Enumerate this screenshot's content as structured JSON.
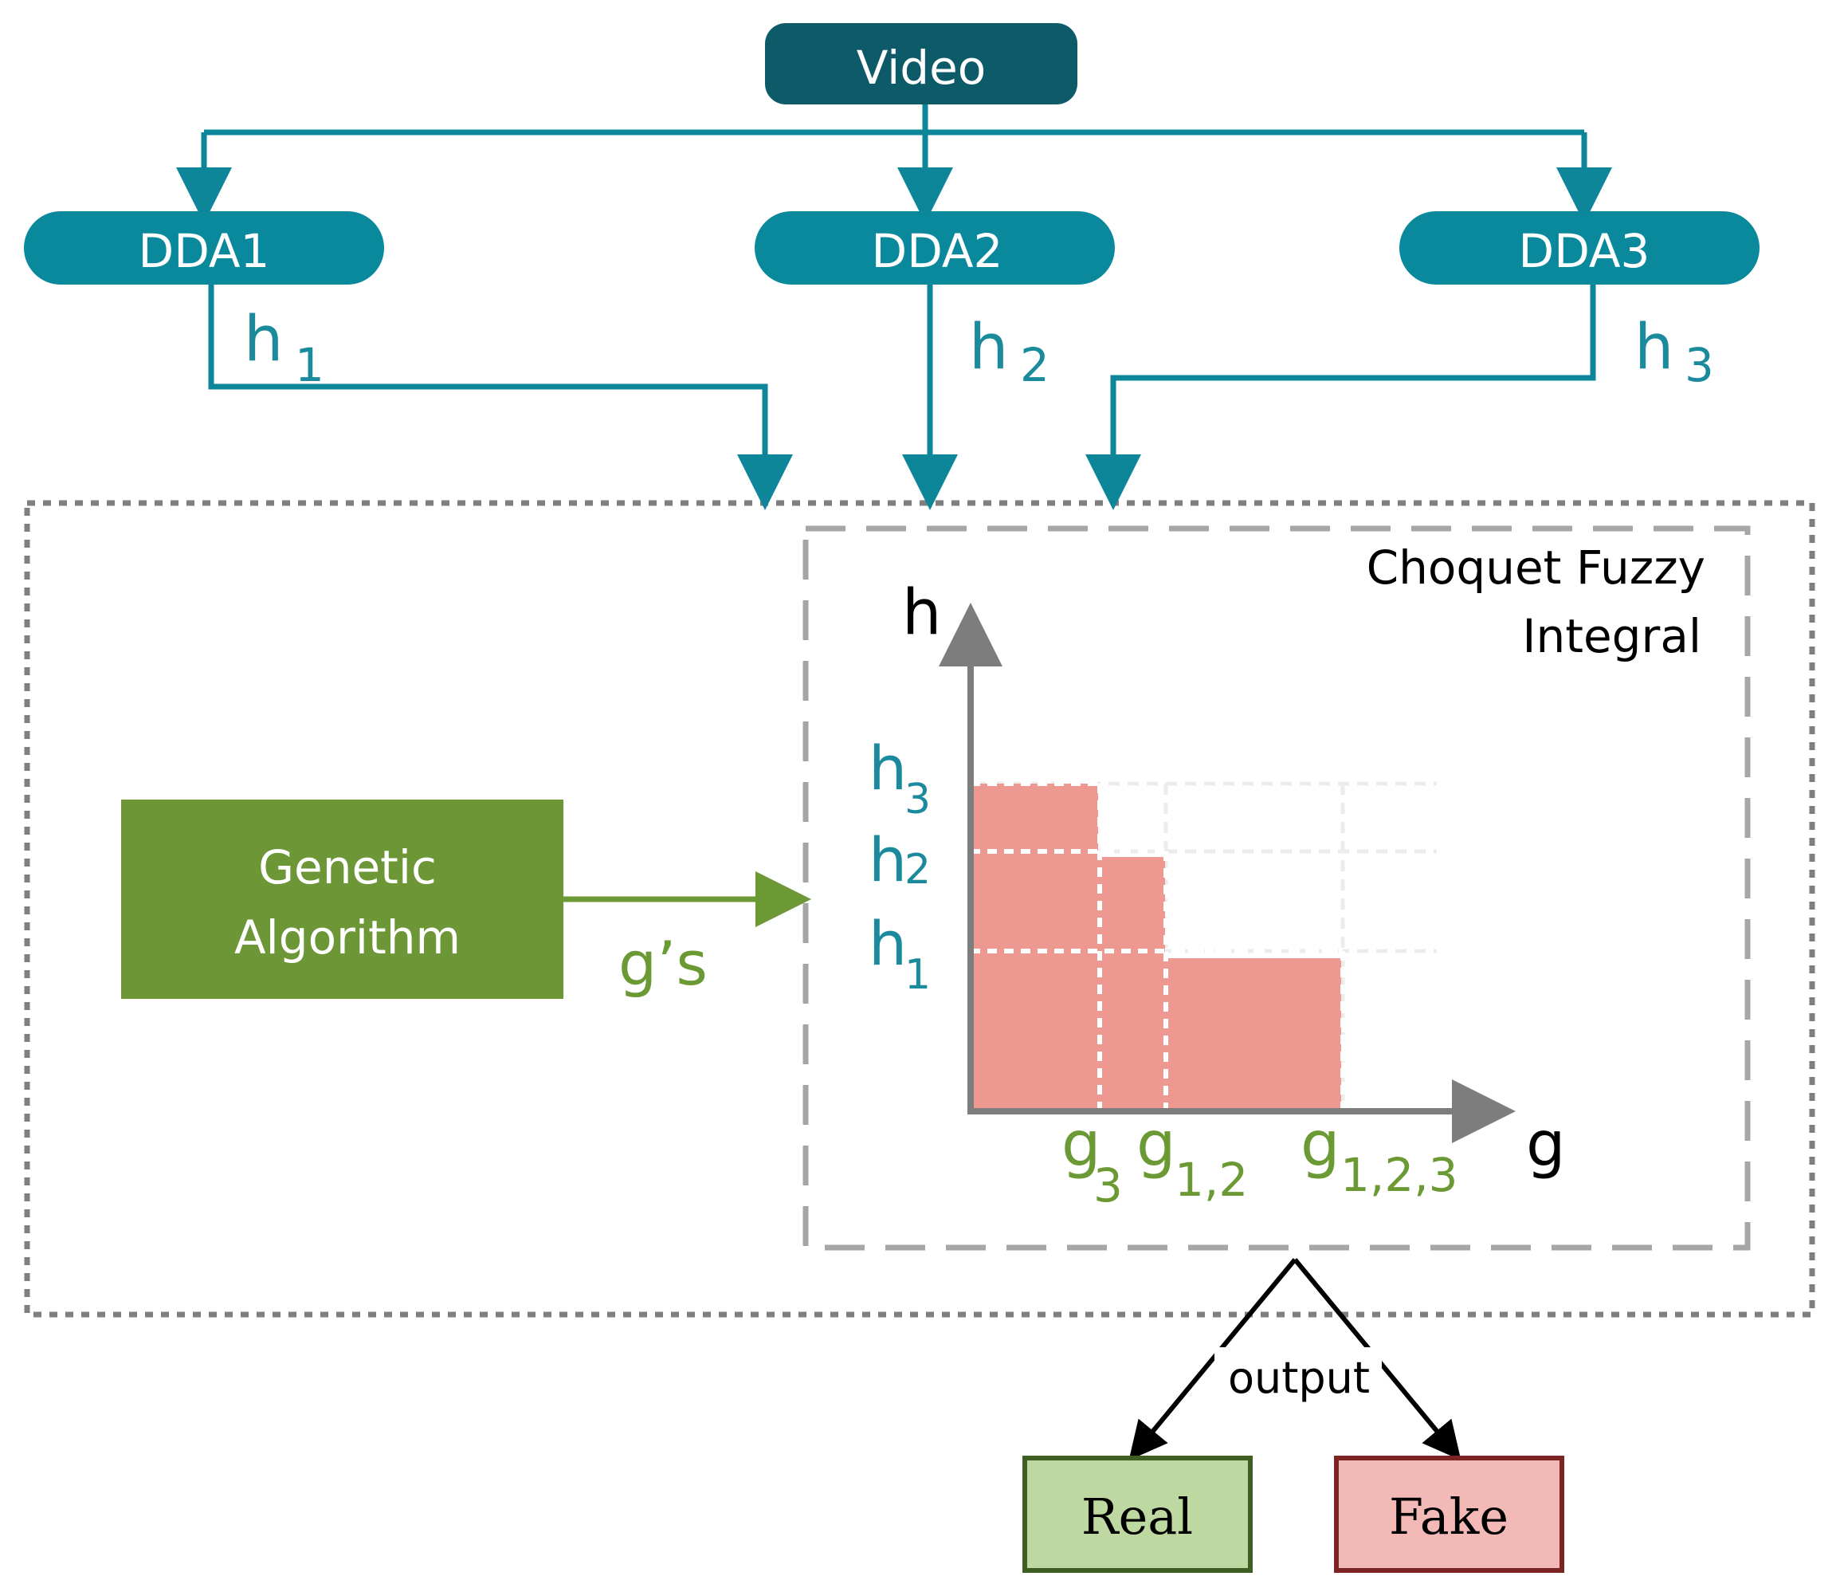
{
  "nodes": {
    "video": "Video",
    "dda1": "DDA1",
    "dda2": "DDA2",
    "dda3": "DDA3",
    "genetic_line1": "Genetic",
    "genetic_line2": "Algorithm",
    "choquet_line1": "Choquet Fuzzy",
    "choquet_line2": "Integral",
    "real": "Real",
    "fake": "Fake"
  },
  "edge_labels": {
    "h": "h",
    "sub1": "1",
    "sub2": "2",
    "sub3": "3",
    "gs": "g’s",
    "output": "output"
  },
  "plot": {
    "y_axis": "h",
    "x_axis": "g",
    "y_ticks": [
      {
        "base": "h",
        "sub": "3"
      },
      {
        "base": "h",
        "sub": "2"
      },
      {
        "base": "h",
        "sub": "1"
      }
    ],
    "x_ticks": [
      {
        "base": "g",
        "sub": "3"
      },
      {
        "base": "g",
        "sub": "1,2"
      },
      {
        "base": "g",
        "sub": "1,2,3"
      }
    ]
  },
  "colors": {
    "video_fill": "#0d5a69",
    "dda_fill": "#0a889c",
    "arrow_teal": "#0e869a",
    "genetic_fill": "#6d9636",
    "area_fill": "#ee9892",
    "real_fill": "#bdd8a0",
    "real_border": "#3e5f21",
    "fake_fill": "#f3b9b7",
    "fake_border": "#7b2422"
  }
}
